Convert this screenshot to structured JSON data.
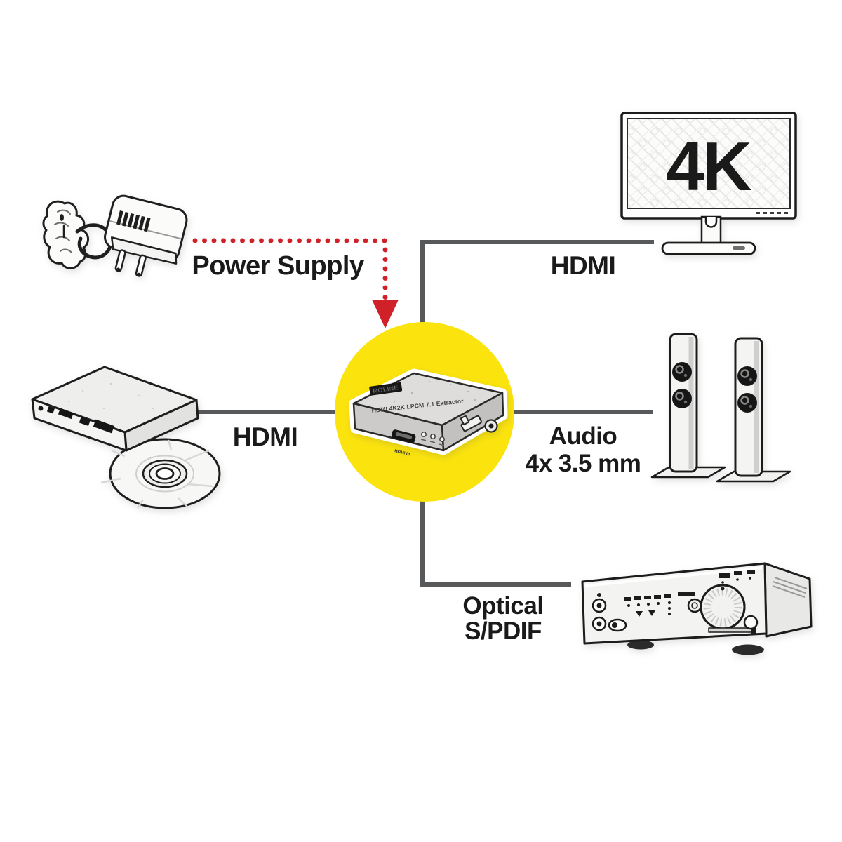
{
  "labels": {
    "power_supply": "Power Supply",
    "tv_connection": "HDMI",
    "source_connection": "HDMI",
    "audio_line1": "Audio",
    "audio_line2": "4x 3.5 mm",
    "optical_line1": "Optical",
    "optical_line2": "S/PDIF"
  },
  "devices": {
    "tv": {
      "screen_label": "4K"
    },
    "extractor": {
      "brand": "ROLINE",
      "model": "HDMI 4K2K LPCM 7.1 Extractor",
      "port_label": "HDMI In"
    }
  },
  "colors": {
    "highlight_yellow": "#FBE40E",
    "arrow_red": "#CF2127",
    "connector_gray": "#58595B",
    "label_text": "#1A1A1A"
  }
}
